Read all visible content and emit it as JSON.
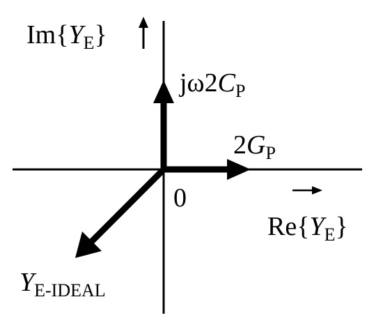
{
  "diagram": {
    "imag_axis_label": {
      "prefix": "Im{",
      "var": "Y",
      "sub": "E",
      "suffix": "}"
    },
    "real_axis_label": {
      "prefix": "Re{",
      "var": "Y",
      "sub": "E",
      "suffix": "}"
    },
    "origin_label": "0",
    "vectors": [
      {
        "id": "cap",
        "label": {
          "prefix": "jω2",
          "var": "C",
          "sub": "P"
        }
      },
      {
        "id": "cond",
        "label": {
          "prefix": "2",
          "var": "G",
          "sub": "P"
        }
      },
      {
        "id": "ideal",
        "label": {
          "var": "Y",
          "sub": "E-IDEAL"
        }
      }
    ]
  }
}
